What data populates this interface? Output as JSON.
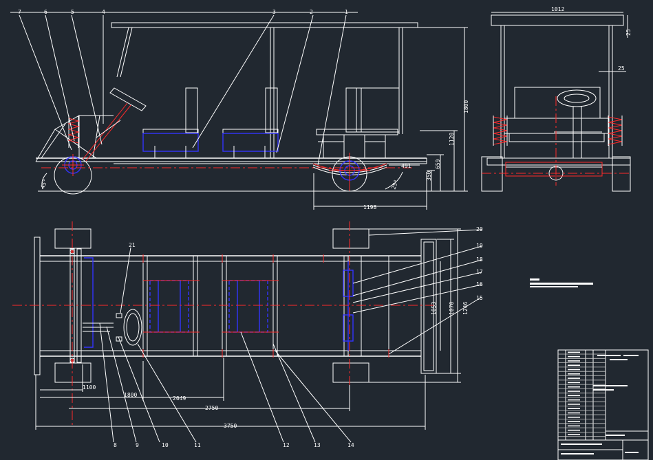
{
  "part_numbers": [
    "1",
    "2",
    "3",
    "4",
    "5",
    "6",
    "7",
    "8",
    "9",
    "10",
    "11",
    "12",
    "13",
    "14",
    "15",
    "16",
    "17",
    "18",
    "19",
    "20",
    "21"
  ],
  "dimensions": {
    "d1012": "1012",
    "d25_top": "25",
    "d25_side": "25",
    "d1800_height": "1800",
    "d1120": "1120",
    "d659": "659",
    "d350": "350",
    "d491": "491",
    "d1198": "1198",
    "angle_front": "45°",
    "angle_rear": "25°",
    "d1053": "1053",
    "d1070": "1070",
    "d1246": "1246",
    "d1100": "1100",
    "d1800_len": "1800",
    "d2049": "2049",
    "d2750": "2750",
    "d3750": "3750"
  },
  "colors": {
    "background": "#212830",
    "line": "#ffffff",
    "blue": "#3333ff",
    "red": "#ff2a2a",
    "cyan": "#5fd8e8"
  }
}
